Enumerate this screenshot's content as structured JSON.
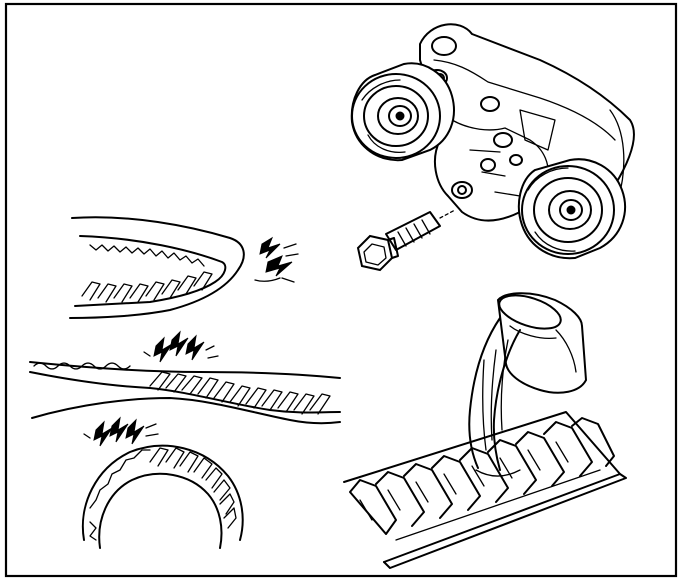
{
  "figure": {
    "background": "#ffffff",
    "ink": "#000000",
    "panels": [
      {
        "id": "tensioner-assembly",
        "icons": [
          "idler-pulley-icon",
          "tensioner-pulley-icon",
          "bracket-icon",
          "bolt-icon"
        ]
      },
      {
        "id": "belt-crack-at-bend",
        "icons": [
          "cracking-icon"
        ]
      },
      {
        "id": "belt-teeth-damage",
        "icons": [
          "cracking-icon"
        ]
      },
      {
        "id": "belt-ring-damage",
        "icons": [
          "cracking-icon"
        ]
      },
      {
        "id": "belt-fluid-contamination",
        "icons": [
          "container-icon",
          "pouring-fluid-icon"
        ]
      }
    ]
  }
}
